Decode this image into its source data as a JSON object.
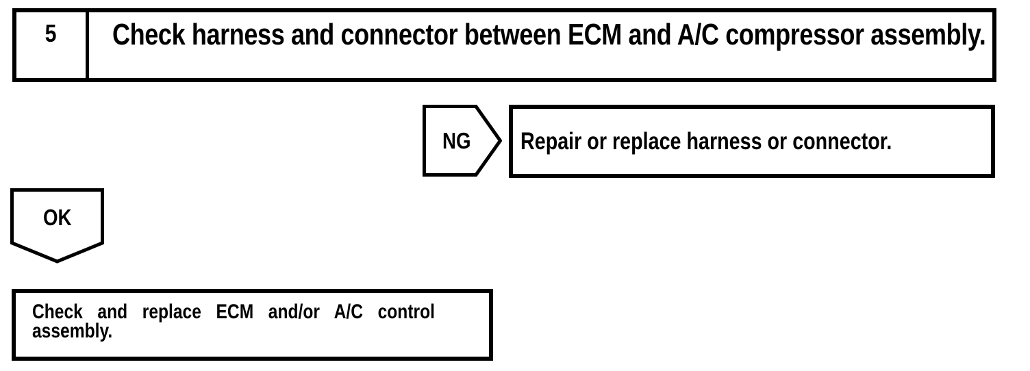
{
  "colors": {
    "ink": "#000000",
    "paper": "#ffffff"
  },
  "flowchart": {
    "step": {
      "number": "5",
      "instruction": "Check harness and connector between ECM and A/C compressor assembly."
    },
    "ng_branch": {
      "label": "NG",
      "action": "Repair or replace harness or connector."
    },
    "ok_branch": {
      "label": "OK",
      "action_lines": {
        "0": "Check and replace ECM and/or A/C control",
        "1": "assembly."
      }
    }
  }
}
